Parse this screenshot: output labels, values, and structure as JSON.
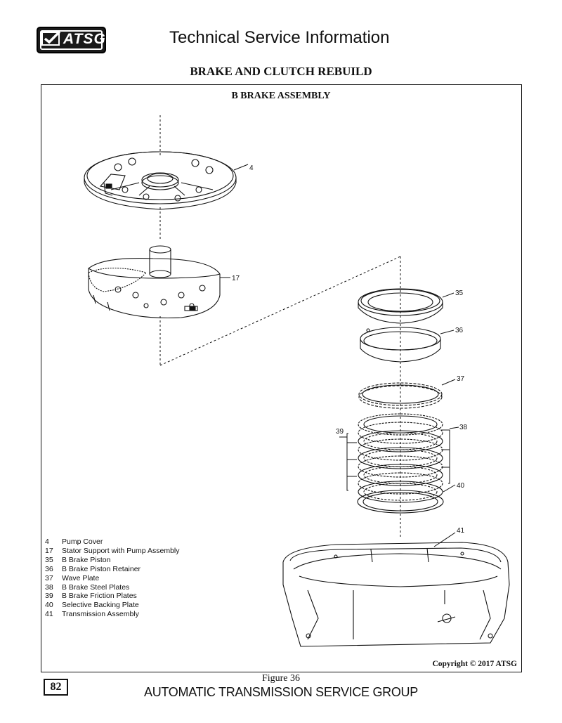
{
  "header": {
    "logo_text": "ATSG",
    "title": "Technical Service Information"
  },
  "section_title": "BRAKE AND CLUTCH  REBUILD",
  "assembly_title": "B BRAKE ASSEMBLY",
  "callouts": {
    "c4": "4",
    "c17": "17",
    "c35": "35",
    "c36": "36",
    "c37": "37",
    "c38": "38",
    "c39": "39",
    "c40": "40",
    "c41": "41"
  },
  "legend": [
    {
      "num": "4",
      "text": "Pump Cover"
    },
    {
      "num": "17",
      "text": "Stator Support with Pump Assembly"
    },
    {
      "num": "35",
      "text": "B Brake Piston"
    },
    {
      "num": "36",
      "text": "B Brake Piston Retainer"
    },
    {
      "num": "37",
      "text": "Wave Plate"
    },
    {
      "num": "38",
      "text": "B Brake Steel Plates"
    },
    {
      "num": "39",
      "text": "B Brake Friction Plates"
    },
    {
      "num": "40",
      "text": "Selective Backing Plate"
    },
    {
      "num": "41",
      "text": "Transmission Assembly"
    }
  ],
  "copyright": "Copyright © 2017 ATSG",
  "figure_caption": "Figure 36",
  "page_number": "82",
  "footer": "AUTOMATIC TRANSMISSION SERVICE GROUP"
}
